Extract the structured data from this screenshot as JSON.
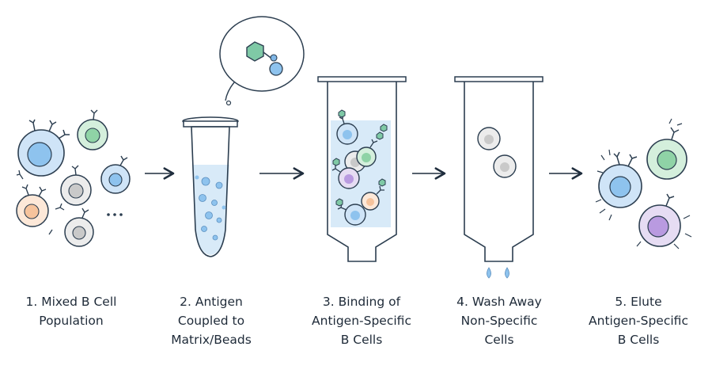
{
  "steps": [
    {
      "lines": [
        "1. Mixed B Cell",
        "Population"
      ]
    },
    {
      "lines": [
        "2. Antigen",
        "Coupled to",
        "Matrix/Beads"
      ]
    },
    {
      "lines": [
        "3. Binding of",
        "Antigen-Specific",
        "B Cells"
      ]
    },
    {
      "lines": [
        "4. Wash Away",
        "Non-Specific",
        "Cells"
      ]
    },
    {
      "lines": [
        "5. Elute",
        "Antigen-Specific",
        "B Cells"
      ]
    }
  ],
  "palette": {
    "blue": "#cfe4f7",
    "blue_core": "#8ec3ee",
    "green": "#d4efdc",
    "green_core": "#8fd3a6",
    "purple": "#e6dcf3",
    "purple_core": "#b99ae0",
    "orange": "#fde8d8",
    "orange_core": "#f6c39c",
    "gray": "#ececec",
    "gray_core": "#c9c9c9",
    "antigen": "#7fc9a6",
    "outline": "#2c3e50",
    "liquid": "#d8eaf8"
  }
}
